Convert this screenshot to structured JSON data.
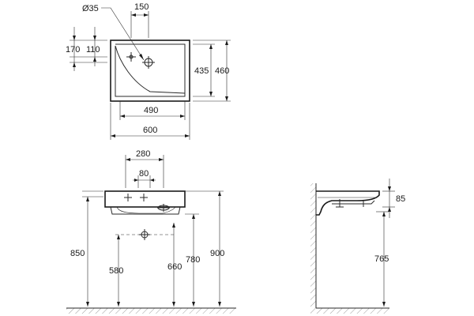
{
  "top_view": {
    "hole_diameter": "Ø35",
    "tap_offset": "150",
    "dim_left_outer": "170",
    "dim_left_inner": "110",
    "depth_inner": "435",
    "depth_outer": "460",
    "width_inner": "490",
    "width_outer": "600"
  },
  "front_view": {
    "width_top": "280",
    "width_bottom": "80",
    "height_rim": "850",
    "height_waste": "580",
    "height_under_right": "660",
    "height_underside": "780",
    "height_total": "900"
  },
  "side_view": {
    "bowl_depth": "85",
    "height_bottom": "765"
  }
}
